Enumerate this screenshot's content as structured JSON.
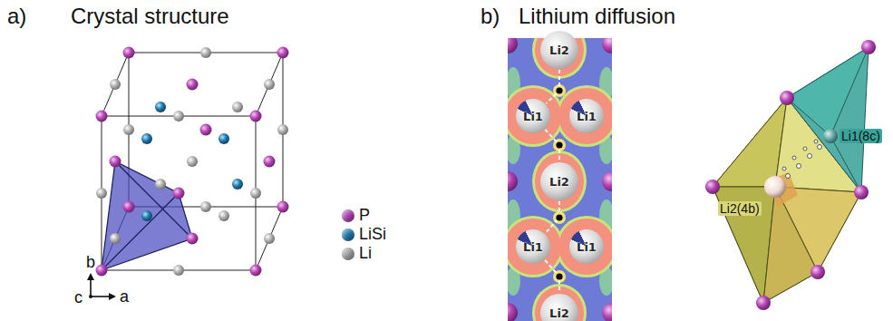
{
  "diagram": {
    "nodes": [
      {
        "text": [
          "Li2"
        ]
      },
      {
        "text": [
          "Li1"
        ]
      },
      {
        "text": [
          "Li1"
        ]
      },
      {
        "text": [
          "Li2"
        ]
      },
      {
        "text": [
          "Li1"
        ]
      },
      {
        "text": [
          "Li1"
        ]
      },
      {
        "text": [
          "Li2"
        ]
      }
    ],
    "edges": [
      {
        "from": 0,
        "to": 1,
        "arrow": "none"
      },
      {
        "from": 1,
        "to": 3,
        "arrow": "none"
      },
      {
        "from": 3,
        "to": 4,
        "arrow": "none"
      },
      {
        "from": 4,
        "to": 6,
        "arrow": "none"
      }
    ],
    "labels": [
      "a)",
      "Crystal structure",
      "b)",
      "Lithium diffusion",
      "b",
      "c",
      "a",
      "Li1(8c)",
      "Li2(4b)"
    ],
    "legend": [
      {
        "text": "P",
        "color": "#b444b4"
      },
      {
        "text": "LiSi",
        "color": "#1e7bb0"
      },
      {
        "text": "Li",
        "color": "#a8a8a8"
      }
    ]
  }
}
